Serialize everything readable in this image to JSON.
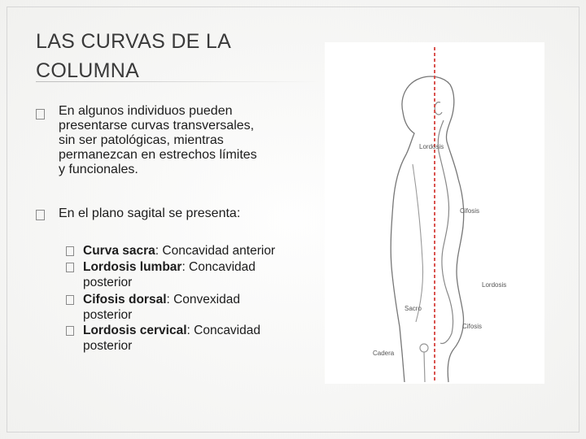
{
  "title": {
    "line1": "LAS CURVAS DE LA",
    "line2": "COLUMNA"
  },
  "bullets": [
    {
      "lines": [
        "En algunos individuos pueden",
        "presentarse curvas transversales,",
        "sin ser patológicas, mientras",
        "permanezcan en estrechos límites",
        "y funcionales."
      ]
    },
    {
      "lines": [
        "En el plano sagital se presenta:"
      ]
    }
  ],
  "subbullets": [
    {
      "term": "Curva sacra",
      "rest": ": Concavidad anterior",
      "cont": ""
    },
    {
      "term": "Lordosis lumbar",
      "rest": ": Concavidad",
      "cont": "posterior"
    },
    {
      "term": "Cifosis dorsal",
      "rest": ": Convexidad",
      "cont": "posterior"
    },
    {
      "term": "Lordosis cervical",
      "rest": ": Concavidad",
      "cont": "posterior"
    }
  ],
  "figure": {
    "labels": {
      "lordosis_cervical": "Lordosis",
      "cifosis": "Cifosis",
      "lordosis_lumbar": "Lordosis",
      "sacro": "Sacro",
      "cifosis_sacra": "Cifosis",
      "cadera": "Cadera"
    },
    "line_color": "#d9534f"
  }
}
